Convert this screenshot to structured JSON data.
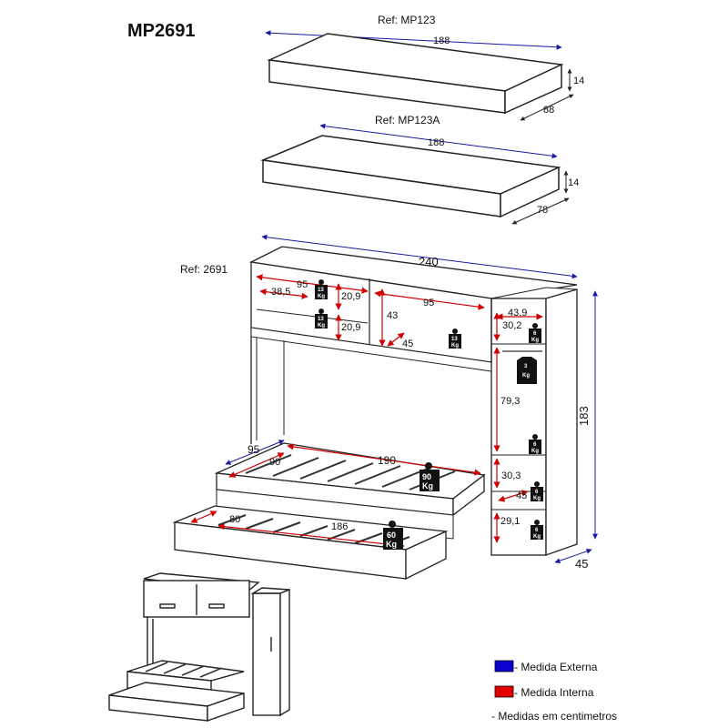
{
  "title": "MP2691",
  "top_panel": {
    "ref": "Ref: MP123",
    "width": "188",
    "height": "14",
    "depth": "88"
  },
  "mid_panel": {
    "ref": "Ref: MP123A",
    "width": "188",
    "height": "14",
    "depth": "78"
  },
  "main": {
    "ref": "Ref: 2691",
    "overall_width": "240",
    "overall_height": "183",
    "overall_depth": "45",
    "bed_depth": "95",
    "left_niche_width": "95",
    "shelf_depth": "38,5",
    "shelf_gap_a": "20,9",
    "shelf_gap_b": "20,9",
    "center_niche_width": "95",
    "center_niche_height": "43",
    "center_niche_depth": "45",
    "col_top_width": "43,9",
    "col_top_height": "30,2",
    "col_hang_height": "79,3",
    "col_low_height": "30,3",
    "col_low_depth": "45",
    "col_bottom_height": "29,1",
    "bed_length": "190",
    "bed_width": "90",
    "trundle_length": "186",
    "trundle_width": "80"
  },
  "weights": {
    "shelf_1": [
      "13",
      "Kg"
    ],
    "shelf_2": [
      "13",
      "Kg"
    ],
    "center": [
      "13",
      "Kg"
    ],
    "col_1": [
      "6",
      "Kg"
    ],
    "hanger": [
      "3",
      "Kg"
    ],
    "col_2": [
      "6",
      "Kg"
    ],
    "col_3": [
      "6",
      "Kg"
    ],
    "col_4": [
      "6",
      "Kg"
    ],
    "bed": [
      "90",
      "Kg"
    ],
    "trundle": [
      "60",
      "Kg"
    ]
  },
  "legend": {
    "external": "- Medida Externa",
    "internal": "- Medida Interna",
    "units": "- Medidas em centimetros",
    "external_color": "#0a00d0",
    "internal_color": "#e00000"
  }
}
